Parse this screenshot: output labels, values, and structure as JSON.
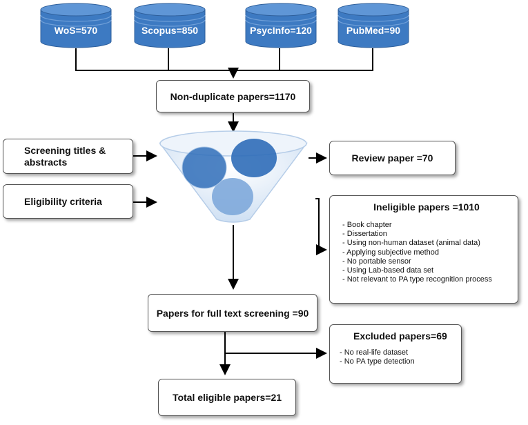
{
  "sources": [
    {
      "label": "WoS=570"
    },
    {
      "label": "Scopus=850"
    },
    {
      "label": "PsycInfo=120"
    },
    {
      "label": "PubMed=90"
    }
  ],
  "nonduplicate": "Non-duplicate papers=1170",
  "screening": "Screening titles & abstracts",
  "eligibility": "Eligibility criteria",
  "review": "Review paper =70",
  "ineligible": {
    "title": "Ineligible papers =1010",
    "items": [
      "Book chapter",
      "Dissertation",
      "Using non-human dataset (animal data)",
      "Applying subjective method",
      "No portable sensor",
      "Using Lab-based data set",
      "Not relevant to PA type recognition process"
    ]
  },
  "fulltext": "Papers for full text screening =90",
  "excluded": {
    "title": "Excluded papers=69",
    "items": [
      "No real-life dataset",
      "No PA type detection"
    ]
  },
  "total": "Total eligible papers=21",
  "colors": {
    "db_fill": "#3d7ac2",
    "db_top": "#5f96d6",
    "circle_dark": "#2f6db8",
    "circle_light": "#7ea9da",
    "funnel": "#dde9f6"
  }
}
